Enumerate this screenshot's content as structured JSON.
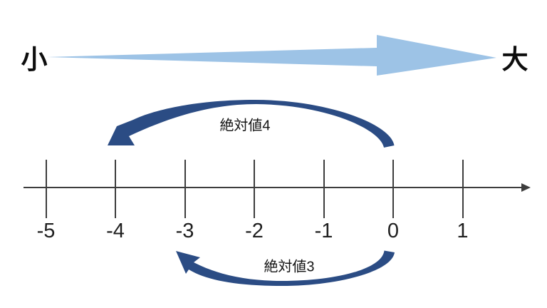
{
  "colors": {
    "big_arrow": "#9DC3E6",
    "curved_arrow": "#2B4C84",
    "axis": "#3D3D3D",
    "text": "#1F1F1F"
  },
  "magnitude_arrow": {
    "left_label": "小",
    "right_label": "大"
  },
  "number_line": {
    "tick_labels": [
      "-5",
      "-4",
      "-3",
      "-2",
      "-1",
      "0",
      "1"
    ]
  },
  "abs_arrows": [
    {
      "label": "絶対値4",
      "from_tick": "0",
      "to_tick": "-4"
    },
    {
      "label": "絶対値3",
      "from_tick": "0",
      "to_tick": "-3"
    }
  ]
}
